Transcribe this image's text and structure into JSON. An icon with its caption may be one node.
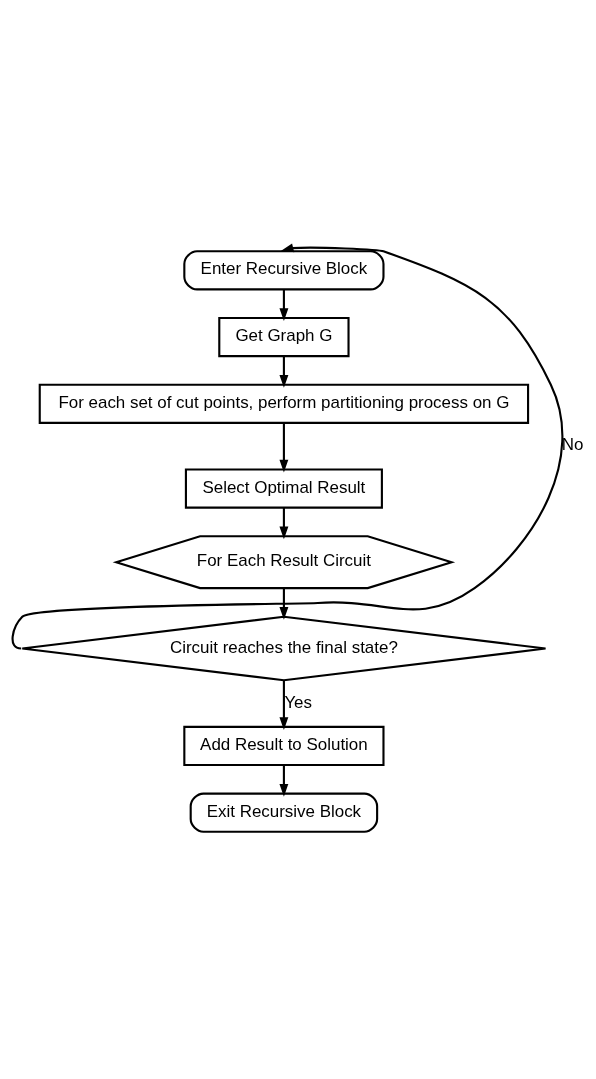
{
  "diagram": {
    "nodes": [
      {
        "text": [
          "Enter Recursive Block"
        ]
      },
      {
        "text": [
          "Get Graph G"
        ]
      },
      {
        "text": [
          "For each set of cut points, perform partitioning process on G"
        ]
      },
      {
        "text": [
          "Select Optimal Result"
        ]
      },
      {
        "text": [
          "For Each Result Circuit"
        ]
      },
      {
        "text": [
          "Circuit reaches the final state?"
        ]
      },
      {
        "text": [
          "Add Result to Solution"
        ]
      },
      {
        "text": [
          "Exit Recursive Block"
        ]
      }
    ],
    "edges": [
      {
        "from": 0,
        "to": 1,
        "arrow": "to"
      },
      {
        "from": 1,
        "to": 2,
        "arrow": "to"
      },
      {
        "from": 2,
        "to": 3,
        "arrow": "to"
      },
      {
        "from": 3,
        "to": 4,
        "arrow": "to"
      },
      {
        "from": 4,
        "to": 5,
        "arrow": "to"
      },
      {
        "from": 5,
        "to": 0,
        "arrow": "to",
        "label": "No"
      },
      {
        "from": 5,
        "to": 6,
        "arrow": "to",
        "label": "Yes"
      },
      {
        "from": 6,
        "to": 7,
        "arrow": "to"
      }
    ]
  }
}
